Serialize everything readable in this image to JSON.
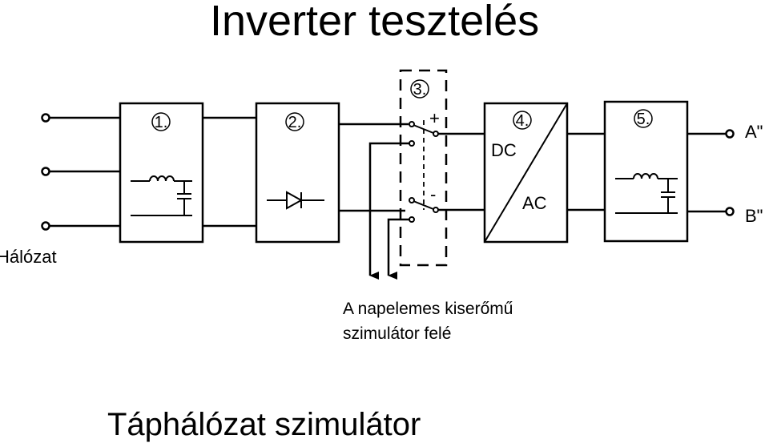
{
  "title": "Inverter tesztelés",
  "footer": "Táphálózat szimulátor",
  "diagram": {
    "mains_label": "Hálózat",
    "blocks": {
      "b1": "1.",
      "b2": "2.",
      "b3": "3.",
      "b4": "4.",
      "b5": "5."
    },
    "converter": {
      "input": "DC",
      "output": "AC"
    },
    "switch_polarity": {
      "plus": "+",
      "minus": "-"
    },
    "outputs": {
      "a": "A\"",
      "b": "B\""
    },
    "pv_note": {
      "line1": "A napelemes kiserőmű",
      "line2": "szimulátor felé"
    }
  }
}
